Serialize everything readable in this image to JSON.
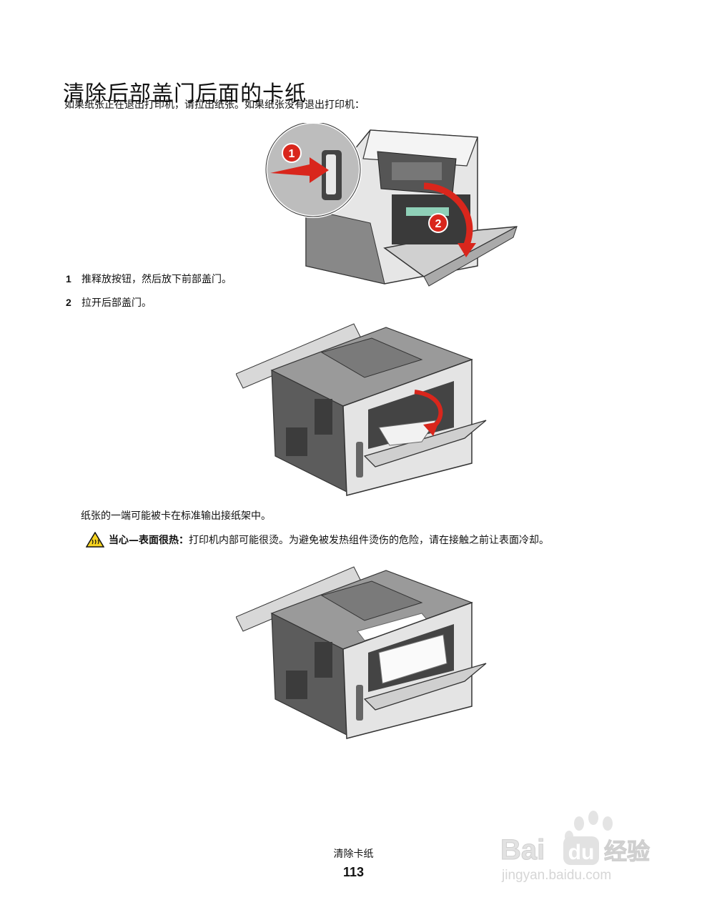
{
  "title": "清除后部盖门后面的卡纸",
  "intro": "如果纸张正在退出打印机，请拉出纸张。如果纸张没有退出打印机：",
  "callouts": {
    "one": "1",
    "two": "2"
  },
  "steps": [
    {
      "num": "1",
      "text": "推释放按钮，然后放下前部盖门。"
    },
    {
      "num": "2",
      "text": "拉开后部盖门。"
    }
  ],
  "note": "纸张的一端可能被卡在标准输出接纸架中。",
  "caution": {
    "icon": "hot-surface-warning-icon",
    "label": "当心—表面很热：",
    "text": "打印机内部可能很烫。为避免被发热组件烫伤的危险，请在接触之前让表面冷却。"
  },
  "footer": {
    "label": "清除卡纸",
    "page_number": "113"
  },
  "watermark": {
    "brand": "Bai",
    "brand_suffix": "du",
    "name": "经验",
    "url": "jingyan.baidu.com"
  },
  "colors": {
    "arrow_red": "#d9261c",
    "printer_gray": "#6d6d6d",
    "warning_yellow": "#f5d21f"
  }
}
